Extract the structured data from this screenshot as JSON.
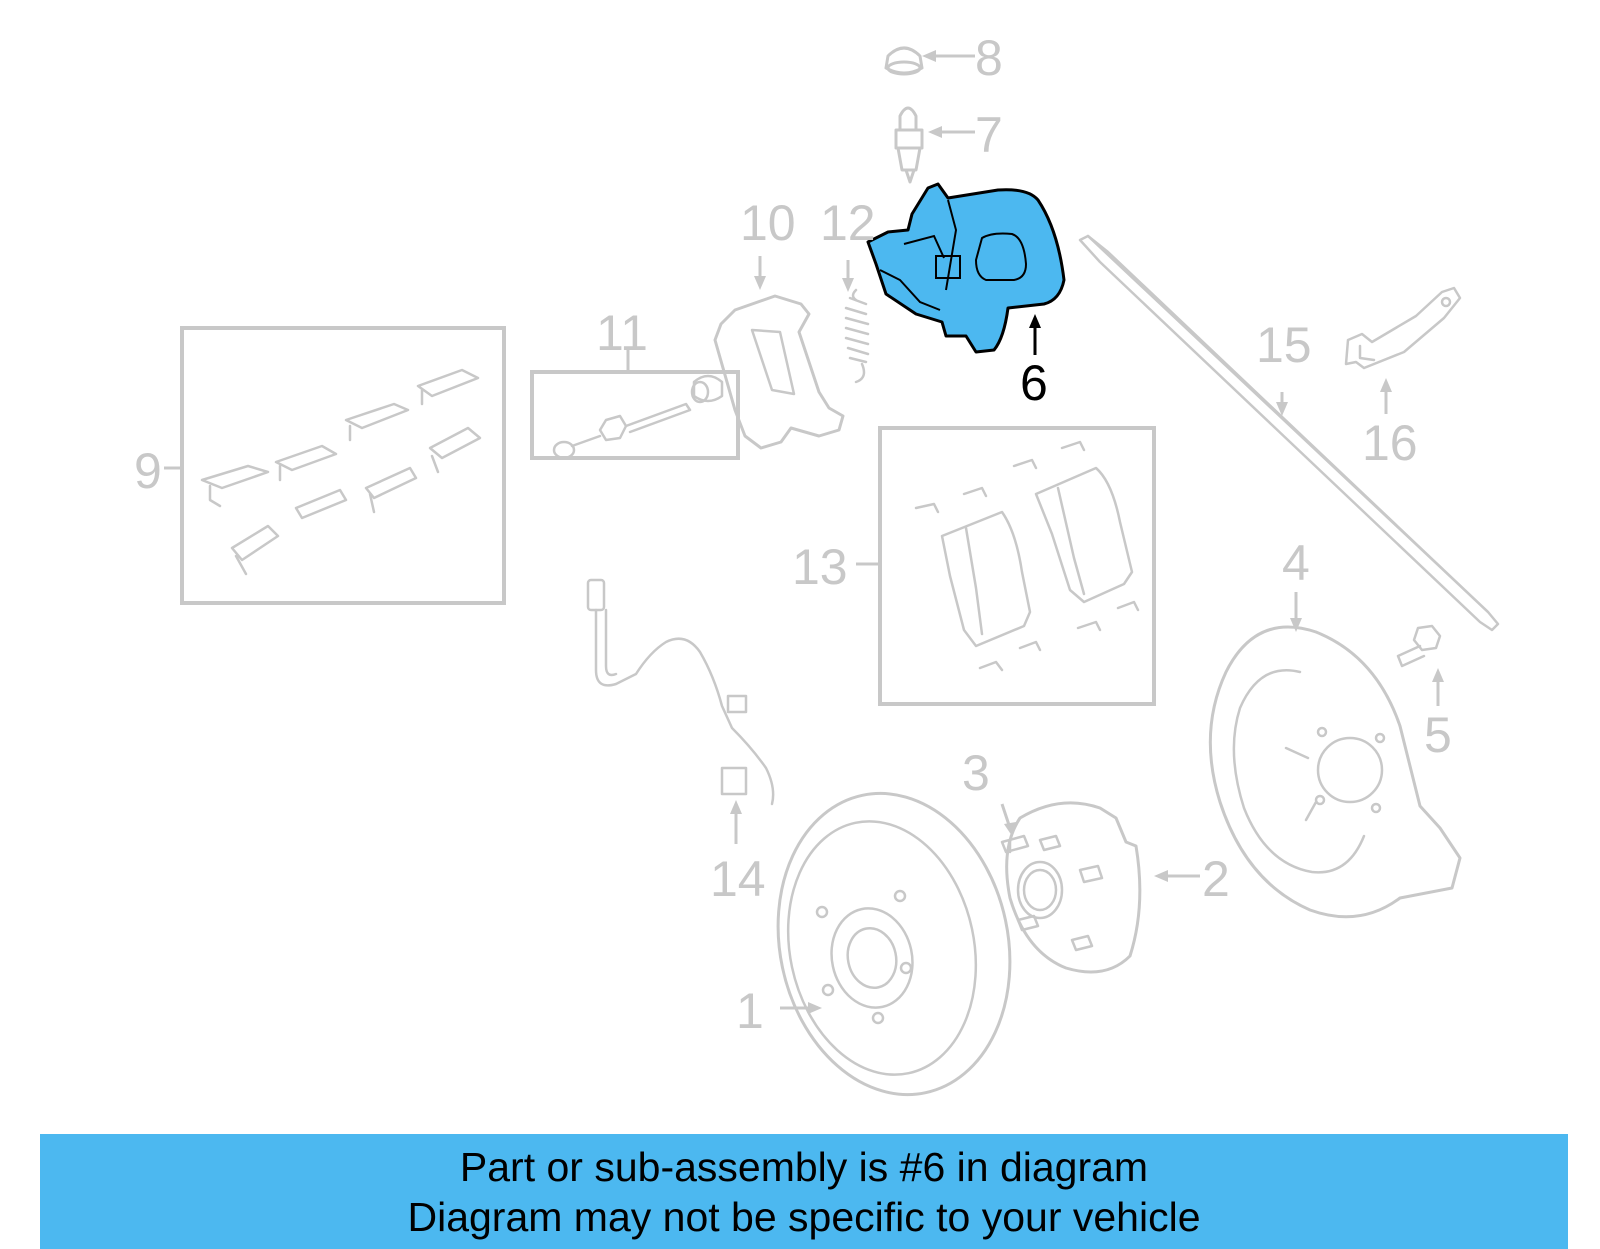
{
  "callouts": {
    "c1": "1",
    "c2": "2",
    "c3": "3",
    "c4": "4",
    "c5": "5",
    "c6": "6",
    "c7": "7",
    "c8": "8",
    "c9": "9",
    "c10": "10",
    "c11": "11",
    "c12": "12",
    "c13": "13",
    "c14": "14",
    "c15": "15",
    "c16": "16"
  },
  "highlight": {
    "part": "6",
    "color": "#4cb8f0"
  },
  "banner": {
    "line1": "Part or sub-assembly is #6 in diagram",
    "line2": "Diagram may not be specific to your vehicle",
    "background": "#4cb8f0"
  }
}
